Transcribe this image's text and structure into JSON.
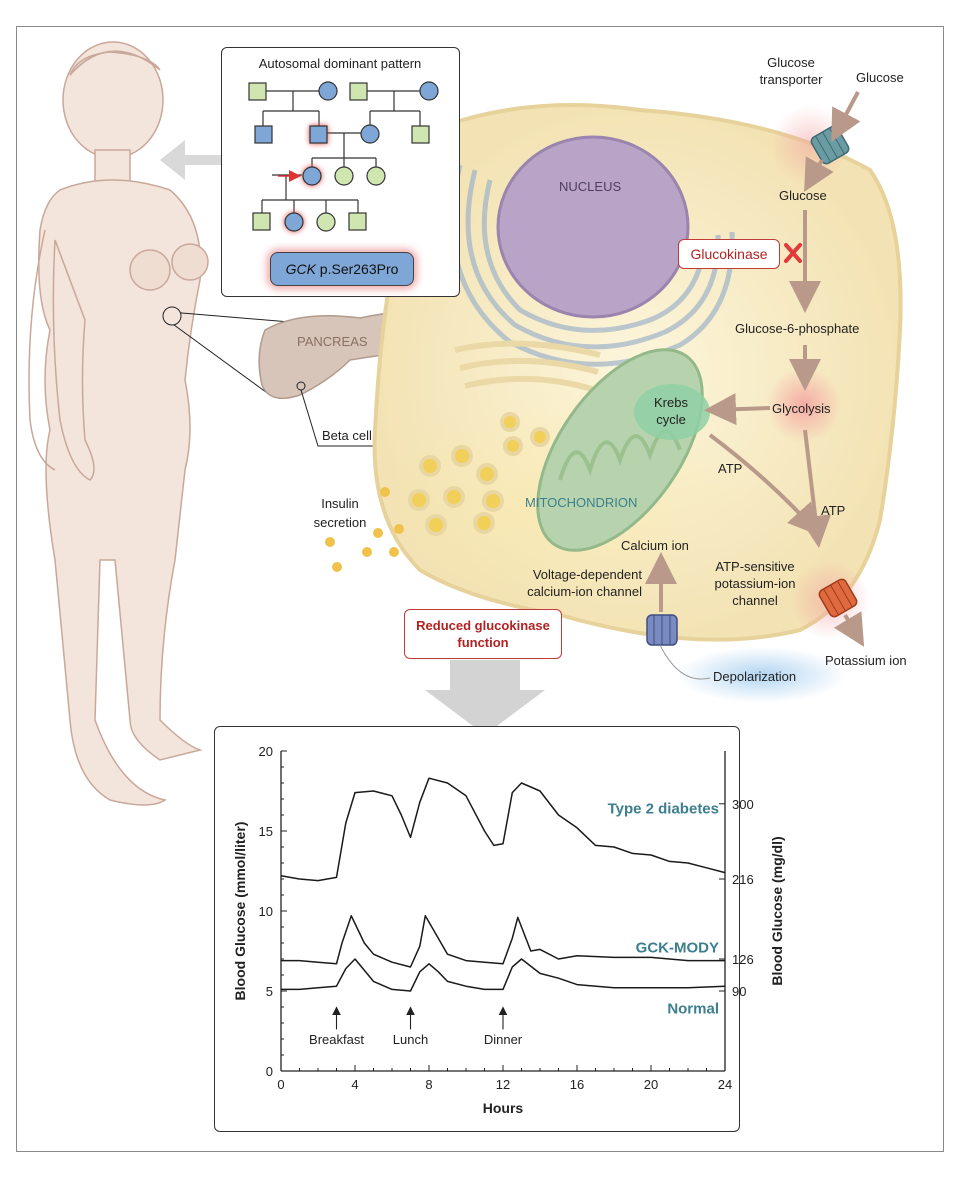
{
  "pedigree": {
    "title": "Autosomal dominant pattern",
    "mutation_gene": "GCK",
    "mutation_variant": " p.Ser263Pro"
  },
  "cell": {
    "nucleus": "NUCLEUS",
    "pancreas": "PANCREAS",
    "beta_cell": "Beta cell",
    "mitochondrion": "MITOCHONDRION",
    "krebs_line1": "Krebs",
    "krebs_line2": "cycle",
    "glucose_transporter_line1": "Glucose",
    "glucose_transporter_line2": "transporter",
    "glucose_outside": "Glucose",
    "glucose_inside": "Glucose",
    "glucokinase": "Glucokinase",
    "g6p": "Glucose-6-phosphate",
    "glycolysis": "Glycolysis",
    "atp_1": "ATP",
    "atp_2": "ATP",
    "insulin_line1": "Insulin",
    "insulin_line2": "secretion",
    "calcium_ion": "Calcium ion",
    "vdcc_line1": "Voltage-dependent",
    "vdcc_line2": "calcium-ion channel",
    "katp_line1": "ATP-sensitive",
    "katp_line2": "potassium-ion",
    "katp_line3": "channel",
    "potassium_ion": "Potassium ion",
    "depolarization": "Depolarization",
    "reduced_line1": "Reduced glucokinase",
    "reduced_line2": "function"
  },
  "colors": {
    "cell_fill": "#f7ecc6",
    "nucleus_fill": "#b9a4c8",
    "mito_fill": "#b7d3ae",
    "accent_red": "#c23b3b",
    "affected_blue": "#7ea7d8",
    "unaffected_green": "#cfe6b0",
    "curve_label_teal": "#3c7f8e"
  },
  "chart_data": {
    "type": "line",
    "xlabel": "Hours",
    "ylabel_left": "Blood Glucose (mmol/liter)",
    "ylabel_right": "Blood Glucose (mg/dl)",
    "xlim": [
      0,
      24
    ],
    "ylim": [
      0,
      20
    ],
    "x_ticks": [
      0,
      4,
      8,
      12,
      16,
      20,
      24
    ],
    "y_ticks": [
      0,
      5,
      10,
      15,
      20
    ],
    "y_right_ticks": [
      {
        "label": "300",
        "mmol": 16.7
      },
      {
        "label": "216",
        "mmol": 12.0
      },
      {
        "label": "126",
        "mmol": 7.0
      },
      {
        "label": "90",
        "mmol": 5.0
      }
    ],
    "meals": [
      {
        "label": "Breakfast",
        "x": 3
      },
      {
        "label": "Lunch",
        "x": 7
      },
      {
        "label": "Dinner",
        "x": 12
      }
    ],
    "series": [
      {
        "name": "Type 2 diabetes",
        "x": [
          0,
          1,
          2,
          3,
          3.5,
          4,
          5,
          6,
          6.5,
          7,
          7.5,
          8,
          9,
          10,
          11,
          11.5,
          12,
          12.5,
          13,
          14,
          15,
          16,
          17,
          18,
          19,
          20,
          21,
          22,
          23,
          24
        ],
        "y": [
          12.2,
          12.0,
          11.9,
          12.1,
          15.5,
          17.4,
          17.5,
          17.2,
          16.0,
          14.6,
          16.8,
          18.3,
          18.0,
          17.2,
          15.0,
          14.1,
          14.2,
          17.4,
          18.0,
          17.5,
          16.0,
          15.2,
          14.1,
          14.0,
          13.6,
          13.5,
          13.1,
          13.0,
          12.7,
          12.4
        ]
      },
      {
        "name": "GCK-MODY",
        "x": [
          0,
          1,
          2,
          3,
          3.3,
          3.8,
          4.5,
          5,
          6,
          7,
          7.5,
          7.8,
          8.5,
          9,
          10,
          11,
          12,
          12.5,
          12.8,
          13.5,
          14,
          15,
          16,
          18,
          20,
          22,
          24
        ],
        "y": [
          6.9,
          6.9,
          6.8,
          6.7,
          8.0,
          9.7,
          8.0,
          7.3,
          6.8,
          6.5,
          7.8,
          9.7,
          8.3,
          7.3,
          6.9,
          6.8,
          6.7,
          8.3,
          9.6,
          7.5,
          7.6,
          7.0,
          7.2,
          7.1,
          7.1,
          6.9,
          6.9
        ]
      },
      {
        "name": "Normal",
        "x": [
          0,
          1,
          2,
          3,
          3.5,
          4,
          5,
          6,
          7,
          7.5,
          8,
          8.5,
          9,
          10,
          11,
          12,
          12.5,
          13,
          14,
          15,
          16,
          18,
          20,
          22,
          24
        ],
        "y": [
          5.1,
          5.1,
          5.2,
          5.3,
          6.4,
          7.0,
          5.6,
          5.1,
          5.0,
          6.2,
          6.7,
          6.2,
          5.6,
          5.3,
          5.1,
          5.1,
          6.5,
          7.0,
          6.1,
          5.8,
          5.4,
          5.2,
          5.2,
          5.2,
          5.3
        ]
      }
    ]
  }
}
